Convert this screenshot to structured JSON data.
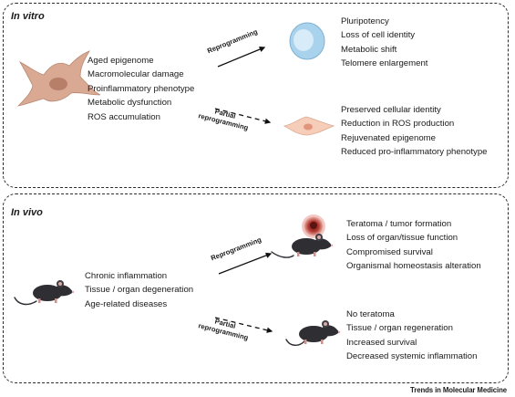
{
  "in_vitro": {
    "title": "In vitro",
    "input_features": [
      "Aged epigenome",
      "Macromolecular damage",
      "Proinflammatory phenotype",
      "Metabolic dysfunction",
      "ROS accumulation"
    ],
    "reprogramming": {
      "label": "Reprogramming",
      "outcomes": [
        "Pluripotency",
        "Loss of cell identity",
        "Metabolic shift",
        "Telomere enlargement"
      ]
    },
    "partial_reprogramming": {
      "label_line1": "Partial",
      "label_line2": "reprogramming",
      "outcomes": [
        "Preserved cellular identity",
        "Reduction in ROS production",
        "Rejuvenated epigenome",
        "Reduced pro-inflammatory phenotype"
      ]
    }
  },
  "in_vivo": {
    "title": "In vivo",
    "input_features": [
      "Chronic inflammation",
      "Tissue / organ degeneration",
      "Age-related diseases"
    ],
    "reprogramming": {
      "label": "Reprogramming",
      "outcomes": [
        "Teratoma / tumor formation",
        "Loss of organ/tissue function",
        "Compromised survival",
        "Organismal homeostasis alteration"
      ]
    },
    "partial_reprogramming": {
      "label_line1": "Partial",
      "label_line2": "reprogramming",
      "outcomes": [
        "No teratoma",
        "Tissue / organ regeneration",
        "Increased survival",
        "Decreased systemic inflammation"
      ]
    }
  },
  "footer": "Trends in Molecular Medicine",
  "colors": {
    "aged_cell": "#d9a993",
    "stem_cell": "#a9d2ec",
    "rejuvenated_cell": "#f6cdb8",
    "mouse": "#2e2e33",
    "tumor": "#a8302a"
  }
}
